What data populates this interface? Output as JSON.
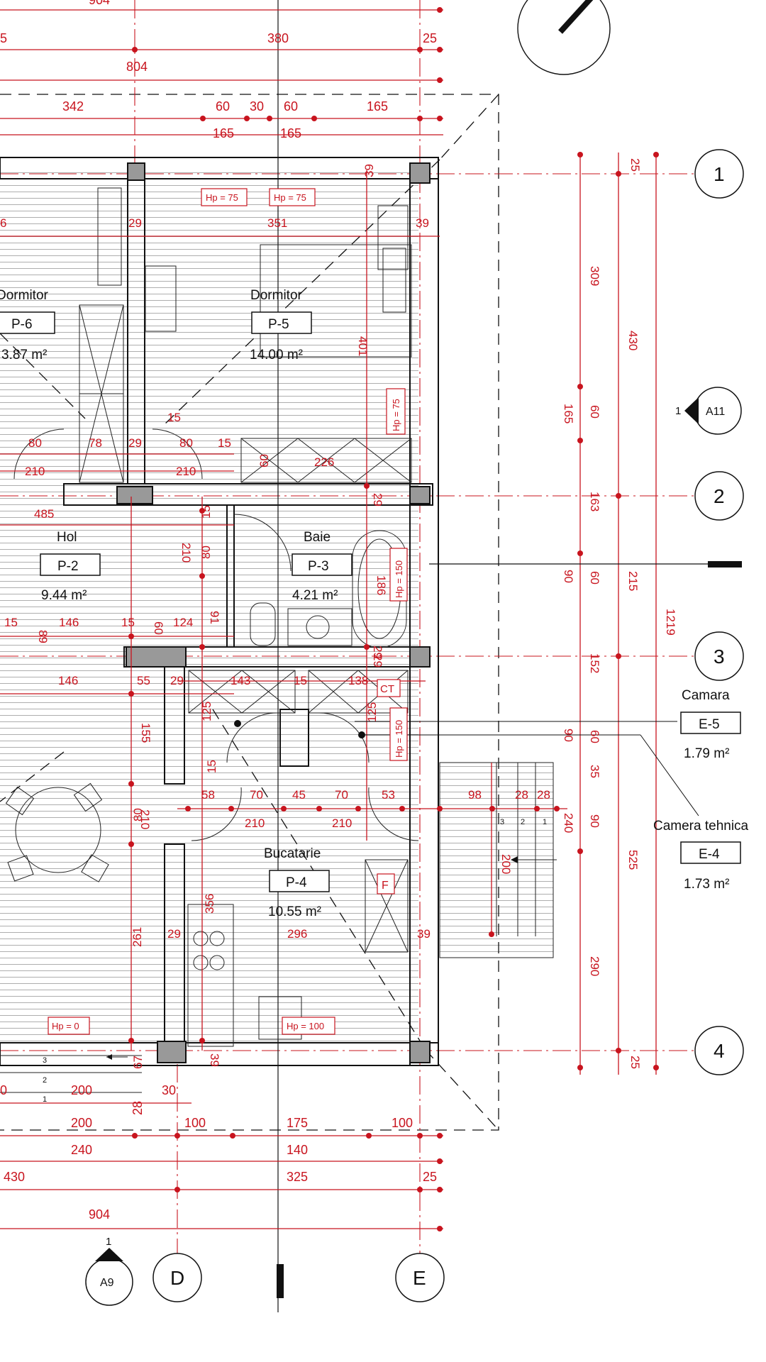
{
  "rooms": [
    {
      "name": "Dormitor",
      "code": "P-6",
      "area": "3.87 m²"
    },
    {
      "name": "Dormitor",
      "code": "P-5",
      "area": "14.00 m²"
    },
    {
      "name": "Hol",
      "code": "P-2",
      "area": "9.44 m²"
    },
    {
      "name": "Baie",
      "code": "P-3",
      "area": "4.21 m²"
    },
    {
      "name": "Bucatarie",
      "code": "P-4",
      "area": "10.55 m²"
    },
    {
      "name": "Camara",
      "code": "E-5",
      "area": "1.79 m²"
    },
    {
      "name": "Camera tehnica",
      "code": "E-4",
      "area": "1.73 m²"
    }
  ],
  "grid_rows": [
    "1",
    "2",
    "3",
    "4"
  ],
  "grid_cols": [
    "D",
    "E"
  ],
  "section_marks": [
    {
      "number": "1",
      "sheet": "A11"
    },
    {
      "number": "1",
      "sheet": "A9"
    }
  ],
  "tags": {
    "hp75": "Hp = 75",
    "hp150": "Hp = 150",
    "hp100": "Hp = 100",
    "hp0": "Hp = 0",
    "ct": "CT",
    "f": "F"
  },
  "stairs": [
    "3",
    "2",
    "1"
  ],
  "dims_top": {
    "r0": [
      "904"
    ],
    "r1": [
      "5",
      "380",
      "25"
    ],
    "r2": [
      "804"
    ],
    "r3": [
      "342",
      "60",
      "30",
      "60",
      "165"
    ],
    "r4": [
      "165",
      "165"
    ]
  },
  "dims_interior": [
    "39",
    "29",
    "351",
    "39",
    "6",
    "401",
    "15",
    "80",
    "78",
    "29",
    "80",
    "15",
    "60",
    "226",
    "210",
    "210",
    "29",
    "485",
    "15",
    "80",
    "210",
    "186",
    "15",
    "146",
    "15",
    "60",
    "124",
    "91",
    "89",
    "29",
    "146",
    "55",
    "29",
    "143",
    "15",
    "138",
    "29",
    "155",
    "125",
    "125",
    "15",
    "58",
    "70",
    "45",
    "70",
    "53",
    "98",
    "28",
    "28",
    "210",
    "80",
    "210",
    "210",
    "240",
    "200",
    "356",
    "261",
    "29",
    "296",
    "39",
    "67",
    "39"
  ],
  "dims_right": [
    "25",
    "309",
    "430",
    "165",
    "60",
    "163",
    "90",
    "60",
    "215",
    "1219",
    "152",
    "90",
    "60",
    "35",
    "90",
    "525",
    "290",
    "25"
  ],
  "dims_bottom": {
    "r1": [
      "200",
      "30",
      "28",
      "0"
    ],
    "r2": [
      "200",
      "100",
      "175",
      "100"
    ],
    "r3": [
      "240",
      "140"
    ],
    "r4": [
      "430",
      "325",
      "25"
    ],
    "r5": [
      "904"
    ]
  },
  "colors": {
    "dimension": "#c8141e",
    "line": "#111111"
  }
}
